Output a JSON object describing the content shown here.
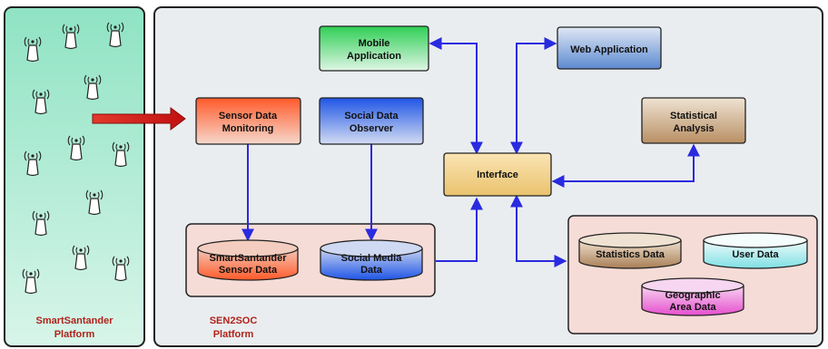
{
  "platforms": {
    "smartsantander": {
      "line1": "SmartSantander",
      "line2": "Platform"
    },
    "sen2soc": {
      "line1": "SEN2SOC",
      "line2": "Platform"
    }
  },
  "components": {
    "mobile_application": {
      "line1": "Mobile",
      "line2": "Application"
    },
    "web_application": {
      "line1": "Web Application"
    },
    "sensor_data_monitoring": {
      "line1": "Sensor Data",
      "line2": "Monitoring"
    },
    "social_data_observer": {
      "line1": "Social Data",
      "line2": "Observer"
    },
    "statistical_analysis": {
      "line1": "Statistical",
      "line2": "Analysis"
    },
    "interface": {
      "line1": "Interface"
    }
  },
  "databases": {
    "smartsantander_sensor_data": {
      "line1": "SmartSantander",
      "line2": "Sensor Data"
    },
    "social_media_data": {
      "line1": "Social Media",
      "line2": "Data"
    },
    "statistics_data": {
      "line1": "Statistics Data"
    },
    "user_data": {
      "line1": "User Data"
    },
    "geographic_area_data": {
      "line1": "Geographic",
      "line2": "Area Data"
    }
  },
  "sensor_icon": "wireless-sensor-icon",
  "colors": {
    "sensor_panel": "#b6ecd2",
    "sen2soc_panel": "#e9ecef",
    "storage_panel": "#f6dcd7",
    "mobile": "#4fd071",
    "web": "#5b87c6",
    "sensor_monitoring": "#ff6a3d",
    "social_observer": "#2f62e0",
    "statistical": "#c8a47c",
    "interface": "#f4d694",
    "connector": "#2a2ae0",
    "input_arrow": "#d11a1a"
  }
}
